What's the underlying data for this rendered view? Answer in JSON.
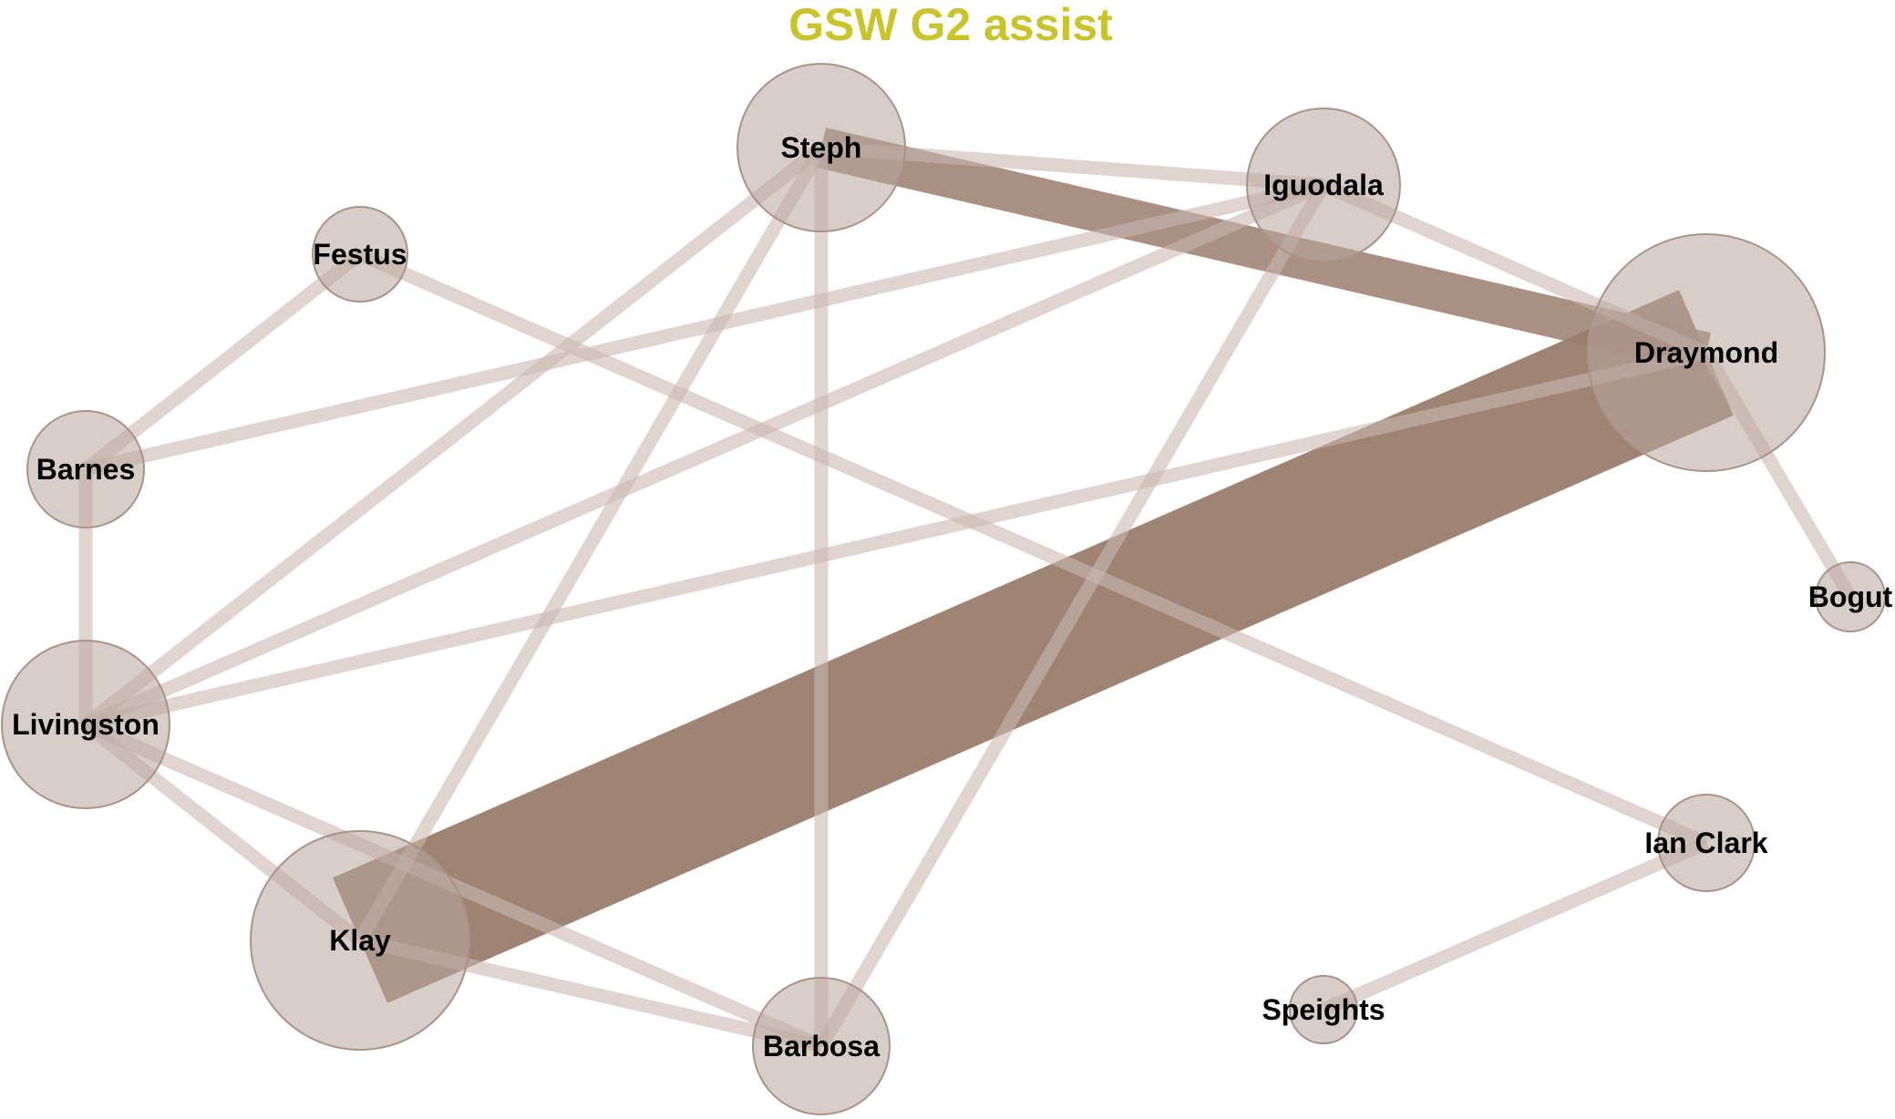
{
  "title": "GSW G2 assist",
  "colors": {
    "title": "#c9c42c",
    "node_fill": "#b8a59c",
    "node_stroke": "#a99389",
    "edge_light": "#c9b8b0",
    "edge_strong": "#9a7d6c"
  },
  "nodes": [
    {
      "id": "steph",
      "label": "Steph"
    },
    {
      "id": "iguodala",
      "label": "Iguodala"
    },
    {
      "id": "festus",
      "label": "Festus"
    },
    {
      "id": "draymond",
      "label": "Draymond"
    },
    {
      "id": "barnes",
      "label": "Barnes"
    },
    {
      "id": "bogut",
      "label": "Bogut"
    },
    {
      "id": "livingston",
      "label": "Livingston"
    },
    {
      "id": "ian_clark",
      "label": "Ian Clark"
    },
    {
      "id": "klay",
      "label": "Klay"
    },
    {
      "id": "speights",
      "label": "Speights"
    },
    {
      "id": "barbosa",
      "label": "Barbosa"
    }
  ],
  "edges": [
    {
      "source": "klay",
      "target": "draymond",
      "weight": 10
    },
    {
      "source": "steph",
      "target": "draymond",
      "weight": 3
    },
    {
      "source": "steph",
      "target": "iguodala",
      "weight": 1
    },
    {
      "source": "steph",
      "target": "livingston",
      "weight": 1
    },
    {
      "source": "steph",
      "target": "klay",
      "weight": 1
    },
    {
      "source": "steph",
      "target": "barbosa",
      "weight": 1
    },
    {
      "source": "iguodala",
      "target": "draymond",
      "weight": 1
    },
    {
      "source": "iguodala",
      "target": "barnes",
      "weight": 1
    },
    {
      "source": "iguodala",
      "target": "livingston",
      "weight": 1
    },
    {
      "source": "iguodala",
      "target": "barbosa",
      "weight": 1
    },
    {
      "source": "festus",
      "target": "barnes",
      "weight": 1
    },
    {
      "source": "festus",
      "target": "ian_clark",
      "weight": 1
    },
    {
      "source": "barnes",
      "target": "livingston",
      "weight": 1
    },
    {
      "source": "livingston",
      "target": "draymond",
      "weight": 1
    },
    {
      "source": "livingston",
      "target": "klay",
      "weight": 1
    },
    {
      "source": "livingston",
      "target": "barbosa",
      "weight": 1
    },
    {
      "source": "klay",
      "target": "barbosa",
      "weight": 1
    },
    {
      "source": "draymond",
      "target": "bogut",
      "weight": 1
    },
    {
      "source": "ian_clark",
      "target": "speights",
      "weight": 1
    }
  ]
}
